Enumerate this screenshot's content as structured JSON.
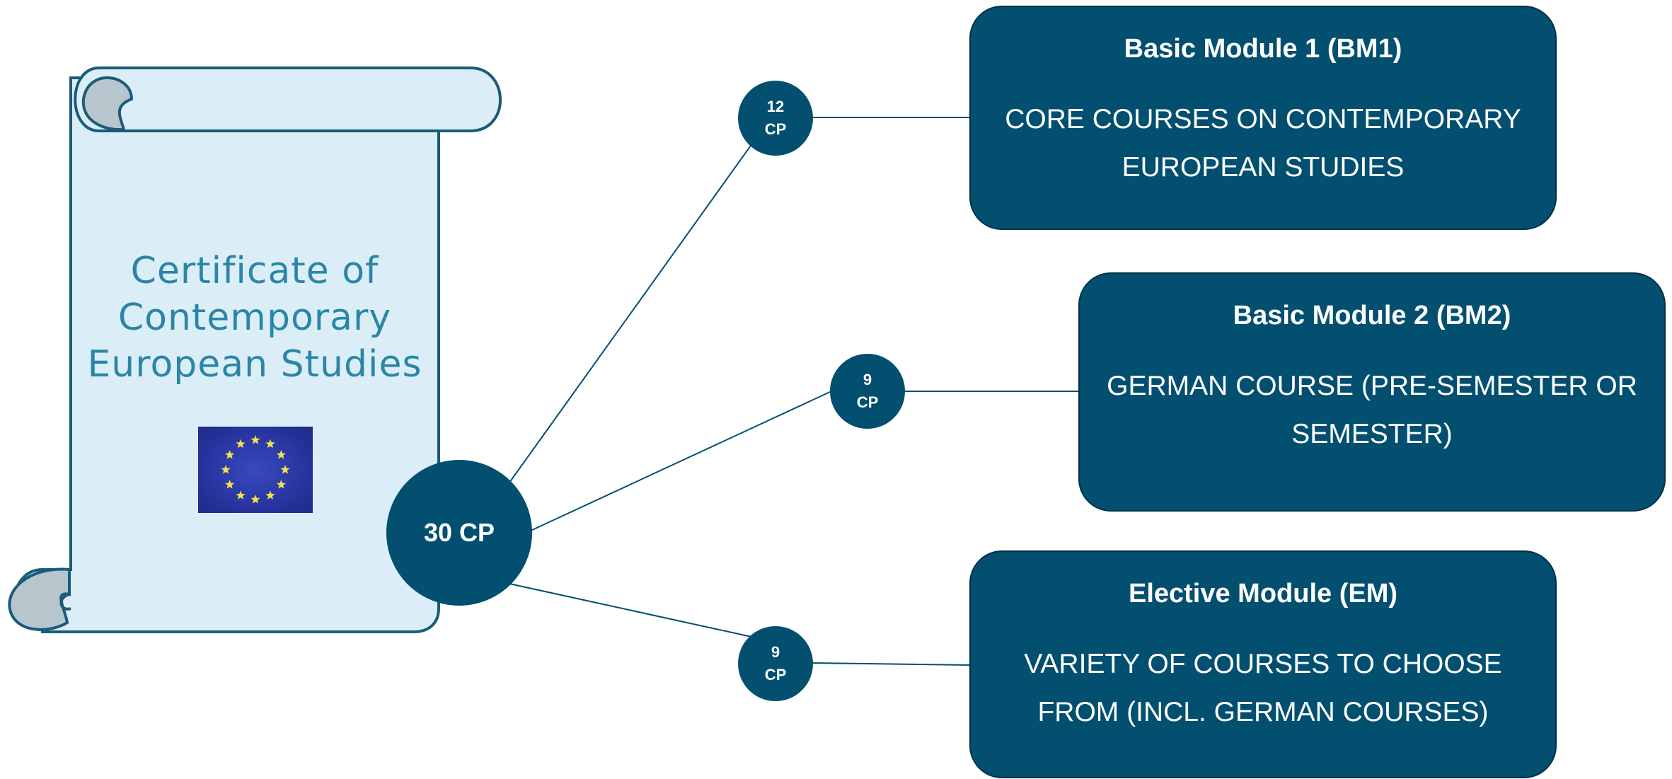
{
  "certificate": {
    "title_lines": [
      "Certificate of",
      "Contemporary",
      "European Studies"
    ],
    "flag_icon": "eu-flag-icon",
    "colors": {
      "scroll_fill": "#dbeef8",
      "scroll_stroke": "#1a5b78",
      "curl_fill": "#b7c5cd",
      "title": "#2b86a6"
    }
  },
  "total": {
    "label": "30 CP"
  },
  "modules": [
    {
      "cp_top": "12",
      "cp_bottom": "CP",
      "title": "Basic Module 1 (BM1)",
      "description": "CORE COURSES ON CONTEMPORARY EUROPEAN STUDIES"
    },
    {
      "cp_top": "9",
      "cp_bottom": "CP",
      "title": "Basic Module 2 (BM2)",
      "description": "GERMAN COURSE (PRE-SEMESTER OR SEMESTER)"
    },
    {
      "cp_top": "9",
      "cp_bottom": "CP",
      "title": "Elective Module (EM)",
      "description": "VARIETY OF COURSES TO CHOOSE FROM (INCL. GERMAN COURSES)"
    }
  ],
  "colors": {
    "node": "#024f70",
    "connector": "#024f70",
    "text_on_node": "#ffffff"
  }
}
